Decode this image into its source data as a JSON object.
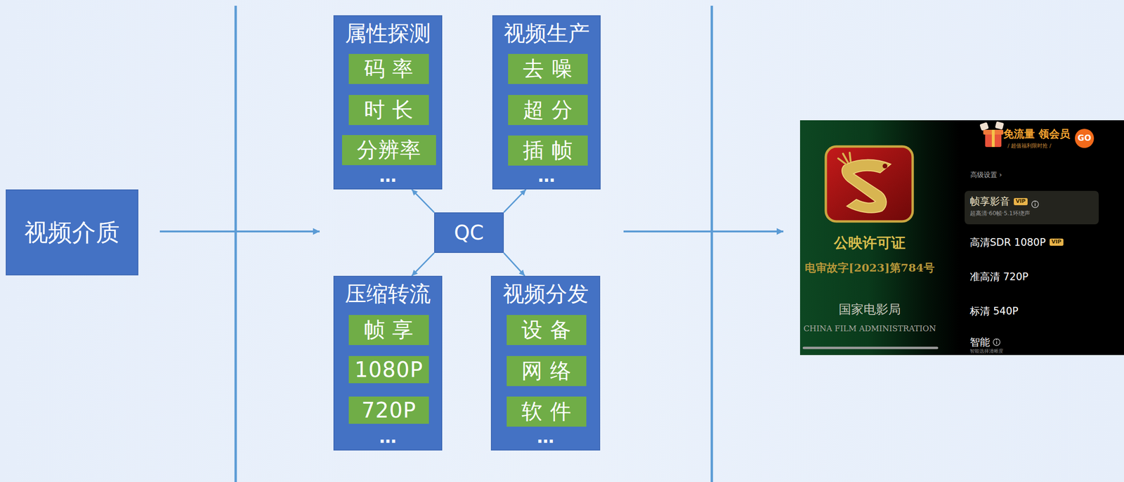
{
  "diagram": {
    "nodes": [
      {
        "text": [
          "视频介质"
        ]
      },
      {
        "text": [
          "属性探测",
          "…"
        ]
      },
      {
        "text": [
          "码 率"
        ],
        "in": 1
      },
      {
        "text": [
          "时 长"
        ],
        "in": 1
      },
      {
        "text": [
          "分辨率"
        ],
        "in": 1
      },
      {
        "text": [
          "视频生产",
          "…"
        ]
      },
      {
        "text": [
          "去 噪"
        ],
        "in": 5
      },
      {
        "text": [
          "超 分"
        ],
        "in": 5
      },
      {
        "text": [
          "插 帧"
        ],
        "in": 5
      },
      {
        "text": [
          "QC"
        ]
      },
      {
        "text": [
          "压缩转流",
          "…"
        ]
      },
      {
        "text": [
          "帧 享"
        ],
        "in": 10
      },
      {
        "text": [
          "1080P"
        ],
        "in": 10
      },
      {
        "text": [
          "720P"
        ],
        "in": 10
      },
      {
        "text": [
          "视频分发",
          "…"
        ]
      },
      {
        "text": [
          "设 备"
        ],
        "in": 14
      },
      {
        "text": [
          "网 络"
        ],
        "in": 14
      },
      {
        "text": [
          "软 件"
        ],
        "in": 14
      }
    ],
    "edges": [
      {
        "from": 9,
        "to": 1,
        "arrow": "to"
      },
      {
        "from": 9,
        "to": 5,
        "arrow": "to"
      },
      {
        "from": 9,
        "to": 10,
        "arrow": "to"
      },
      {
        "from": 9,
        "to": 14,
        "arrow": "to"
      }
    ],
    "labels": [
      "公映许可证",
      "电审故字[2023]第784号",
      "国家电影局",
      "CHINA FILM ADMINISTRATION",
      "免流量 领会员",
      "/ 超值福利限时抢 /",
      "GO",
      "高级设置 ›",
      "帧享影音",
      "VIP",
      "超高清·60帧·5.1环绕声",
      "高清SDR 1080P",
      "VIP",
      "准高清 720P",
      "标清 540P",
      "智能",
      "智能选择清晰度"
    ]
  }
}
